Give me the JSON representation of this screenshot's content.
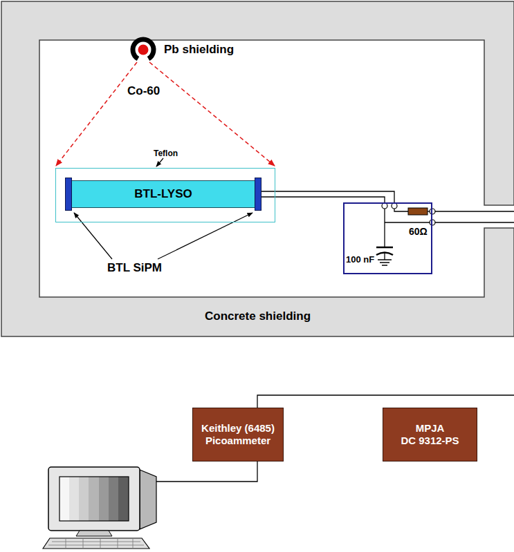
{
  "diagram": {
    "nodes": [
      {
        "text": [
          "Concrete shielding"
        ]
      },
      {
        "text": [
          "Teflon"
        ],
        "in": 0
      },
      {
        "text": [
          "BTL-LYSO"
        ],
        "in": 1
      },
      {
        "text": [
          "100 nF",
          "60Ω"
        ],
        "in": 0
      },
      {
        "text": [
          "Keithley (6485)",
          "Picoammeter"
        ]
      },
      {
        "text": [
          "MPJA",
          "DC 9312-PS"
        ]
      }
    ],
    "edges": [
      {
        "from": 2,
        "to": 3,
        "arrow": "none"
      }
    ],
    "labels": [
      "Pb shielding",
      "Co-60",
      "BTL SiPM"
    ]
  }
}
